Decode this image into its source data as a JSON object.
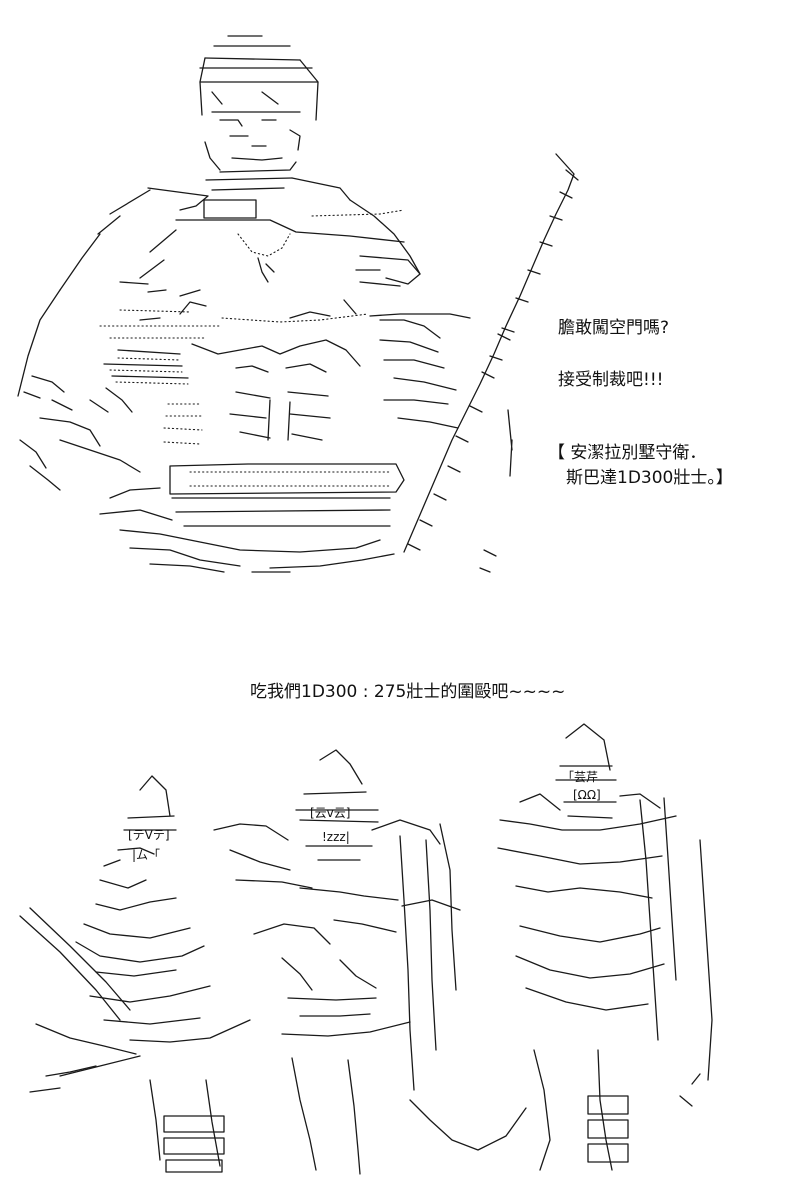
{
  "dialogue": {
    "line1": "膽敢闖空門嗎?",
    "line2": "接受制裁吧!!!"
  },
  "caption": {
    "line1": "【 安潔拉別墅守衛．",
    "line2": "斯巴達1D300壯士。】"
  },
  "banner": "吃我們1D300 : 275壯士的圍毆吧~~~~",
  "signs": {
    "top_helmet": "「芸芹",
    "top_helmet_sub": "[ΩΩ]",
    "left_helmet": "[テVテ]",
    "left_helmet_sub": "|ム「",
    "mid_helmet": "[云v云]",
    "mid_zzz": "!zzz|"
  }
}
